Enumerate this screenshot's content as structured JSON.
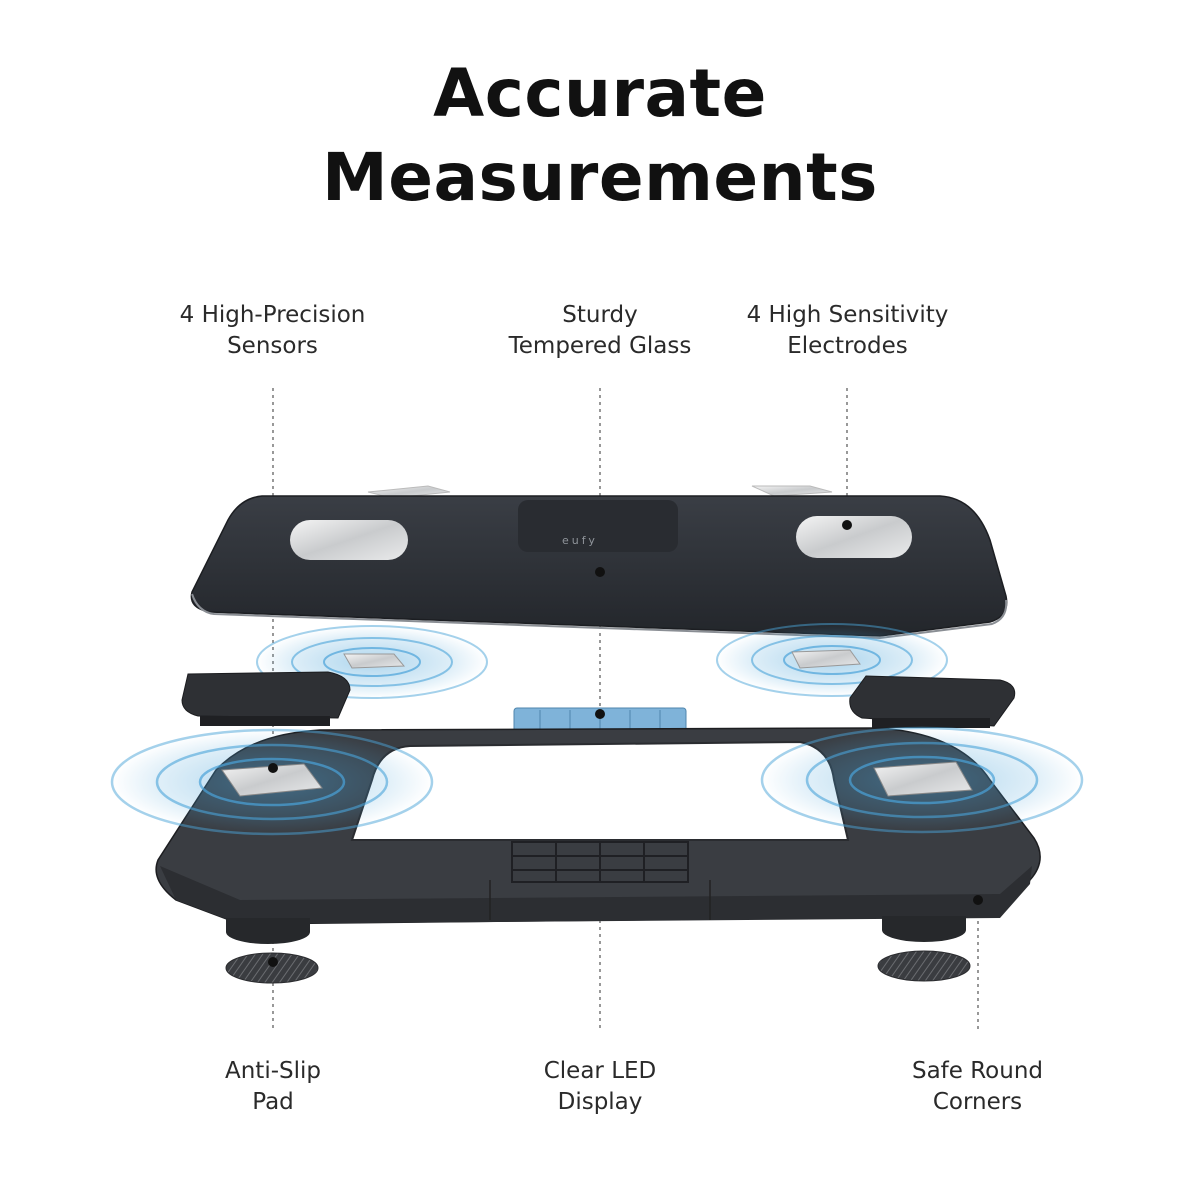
{
  "title": {
    "line1": "Accurate",
    "line2": "Measurements"
  },
  "labels": {
    "sensors": {
      "line1": "4 High-Precision",
      "line2": "Sensors"
    },
    "glass": {
      "line1": "Sturdy",
      "line2": "Tempered Glass"
    },
    "electrodes": {
      "line1": "4 High Sensitivity",
      "line2": "Electrodes"
    },
    "pad": {
      "line1": "Anti-Slip",
      "line2": "Pad"
    },
    "display": {
      "line1": "Clear LED",
      "line2": "Display"
    },
    "corners": {
      "line1": "Safe Round",
      "line2": "Corners"
    }
  },
  "colors": {
    "glass": "#2d3138",
    "frame": "#34373c",
    "signal": "#4aa3d8",
    "display": "#7fb3d9",
    "pad": "#3a3c40"
  }
}
